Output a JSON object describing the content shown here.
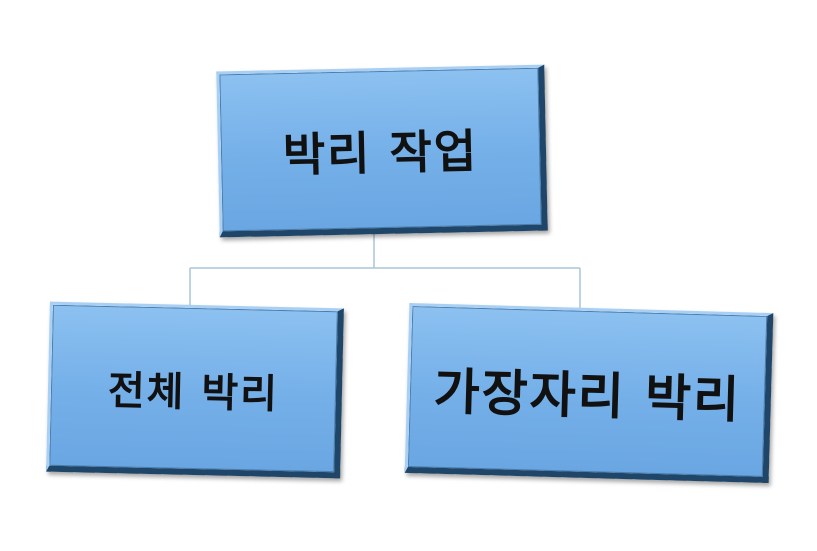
{
  "diagram": {
    "root": {
      "label": "박리 작업"
    },
    "children": [
      {
        "label": "전체 박리"
      },
      {
        "label": "가장자리 박리"
      }
    ]
  },
  "colors": {
    "box_fill": "#7ab4ea",
    "box_edge": "#1f4668",
    "connector": "#a9c6d8",
    "text": "#111111"
  }
}
